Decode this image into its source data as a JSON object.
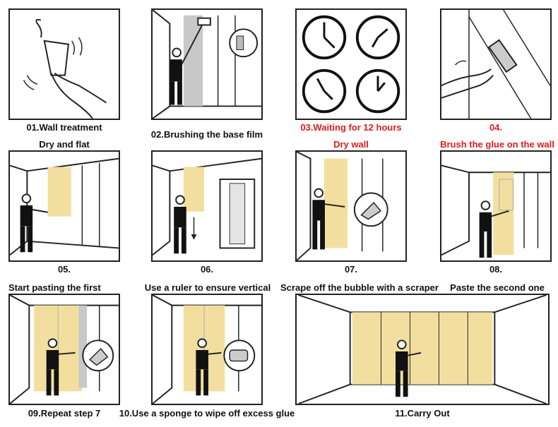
{
  "steps": [
    {
      "num": "01.Wall treatment",
      "desc": "Dry and flat"
    },
    {
      "num": "02.Brushing the base film",
      "desc": ""
    },
    {
      "num": "03.Waiting for 12 hours",
      "desc": "Dry wall"
    },
    {
      "num": "04.",
      "desc": "Brush the glue on the wall"
    },
    {
      "num": "05.",
      "desc": "Start pasting the first"
    },
    {
      "num": "06.",
      "desc": "Use a ruler to ensure vertical"
    },
    {
      "num": "07.",
      "desc": "Scrape off the bubble with a scraper"
    },
    {
      "num": "08.",
      "desc": "Paste the second one"
    },
    {
      "num": "09.Repeat step 7",
      "desc": ""
    },
    {
      "num": "10.Use a sponge to wipe off excess glue",
      "desc": ""
    },
    {
      "num": "11.Carry Out",
      "desc": ""
    }
  ],
  "colors": {
    "caption": "#111111",
    "highlight": "#e01b1b",
    "wallpaper": "#f2dfa0",
    "line": "#222222"
  }
}
